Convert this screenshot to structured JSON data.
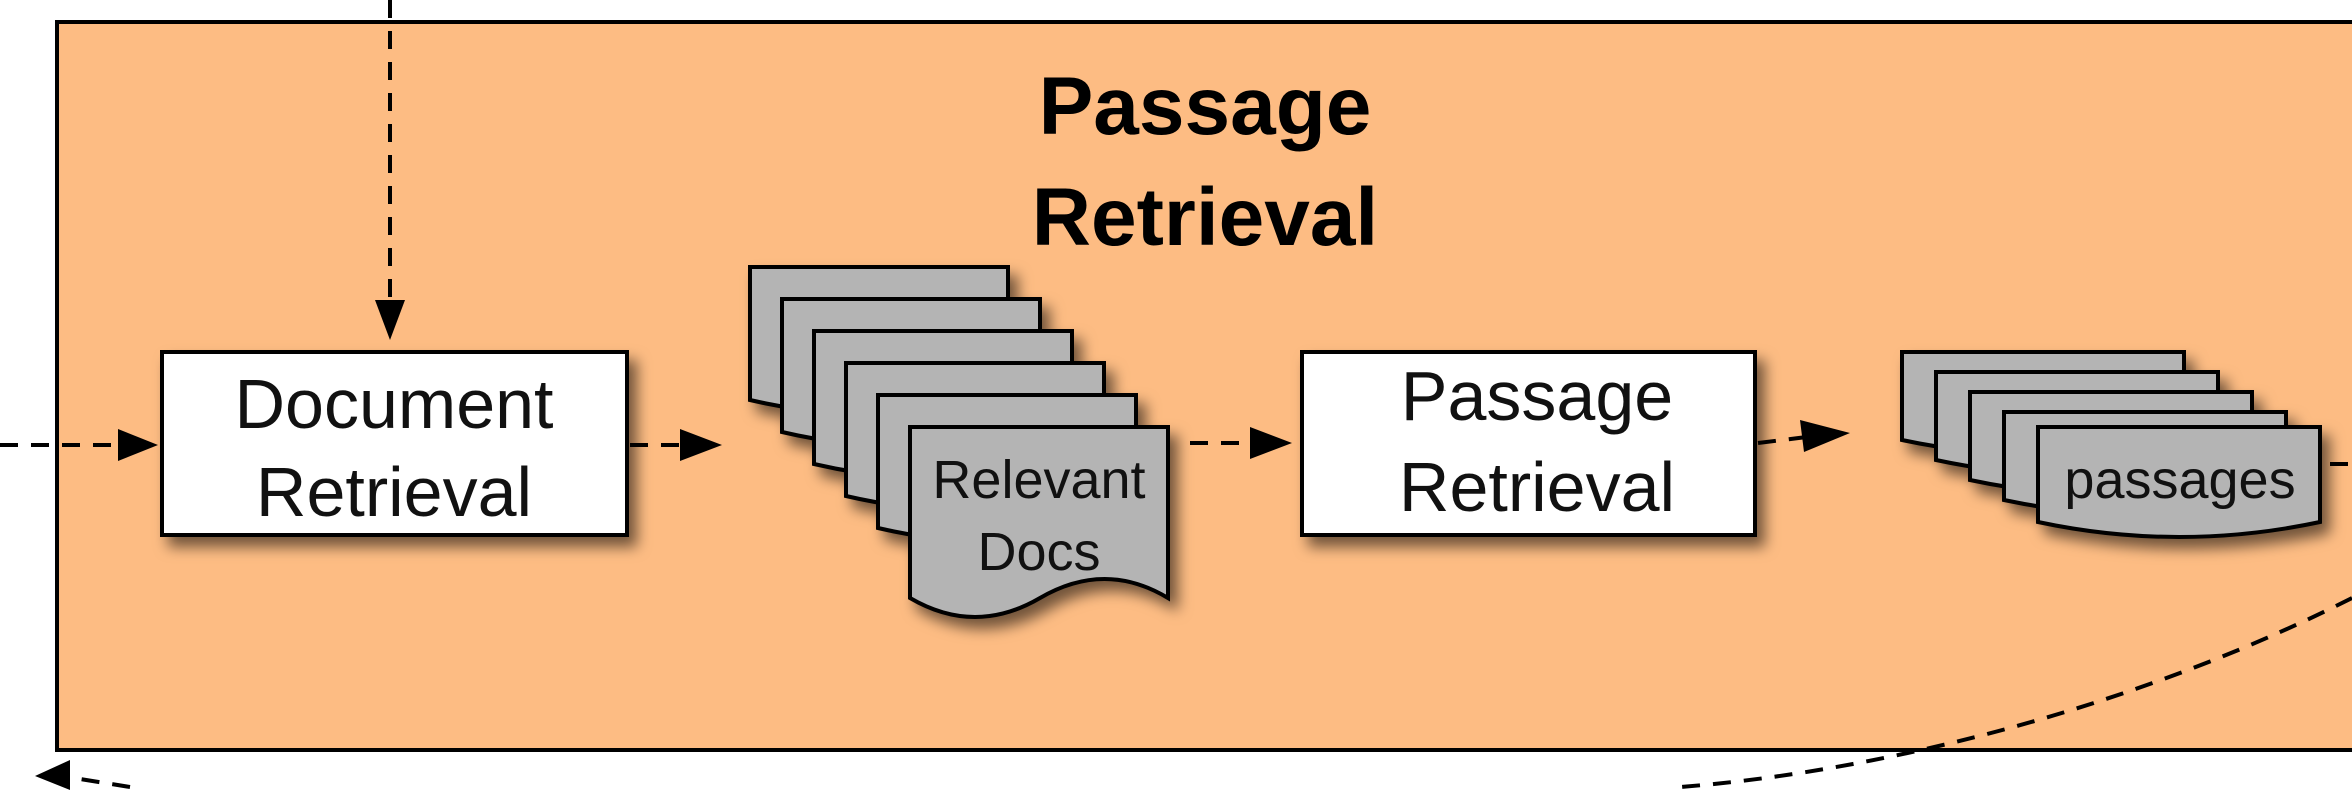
{
  "panel": {
    "title_line1": "Passage",
    "title_line2": "Retrieval",
    "fill": "#FDBC83"
  },
  "nodes": {
    "document_retrieval": {
      "line1": "Document",
      "line2": "Retrieval"
    },
    "relevant_docs": {
      "line1": "Relevant",
      "line2": "Docs"
    },
    "passage_retrieval": {
      "line1": "Passage",
      "line2": "Retrieval"
    },
    "passages": {
      "line1": "passages"
    }
  },
  "edges": [
    {
      "from": "input",
      "to": "document_retrieval",
      "style": "dashed"
    },
    {
      "from": "query",
      "to": "document_retrieval",
      "style": "dashed"
    },
    {
      "from": "document_retrieval",
      "to": "relevant_docs",
      "style": "dashed"
    },
    {
      "from": "relevant_docs",
      "to": "passage_retrieval",
      "style": "dashed"
    },
    {
      "from": "passage_retrieval",
      "to": "passages",
      "style": "dashed"
    },
    {
      "from": "passages",
      "to": "output",
      "style": "dashed"
    }
  ],
  "colors": {
    "panel": "#FDBC83",
    "box": "#FFFFFF",
    "document": "#B4B4B4",
    "border": "#000000"
  }
}
